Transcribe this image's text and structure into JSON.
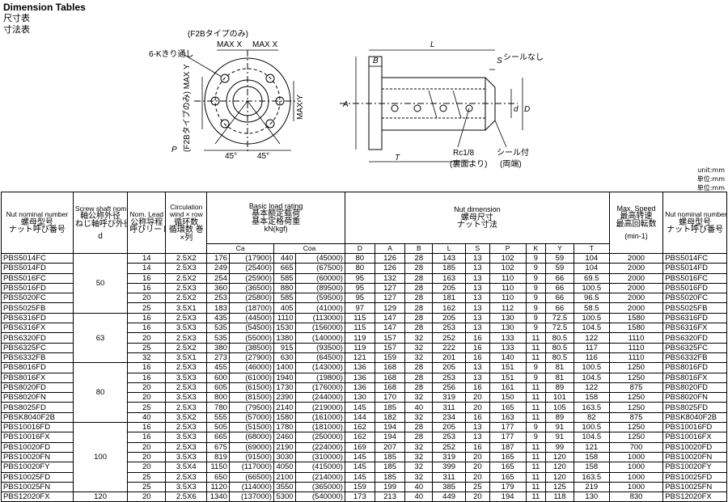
{
  "title": {
    "en": "Dimension Tables",
    "jp1": "尺寸表",
    "jp2": "寸法表"
  },
  "units": [
    "unit:mm",
    "単位:mm",
    "単位:mm"
  ],
  "drawing": {
    "f2b_only_top": "(F2Bタイプのみ)",
    "max_x_left": "MAX X",
    "max_x_right": "MAX X",
    "k_holes": "6-Kきり通し",
    "f2b_only_side": "(F2Bタイプのみ) MAX Y",
    "max_y": "MAX Y",
    "p_label": "P",
    "angle_left": "45°",
    "angle_right": "45°",
    "b_label": "B",
    "l_label": "L",
    "s_label": "S",
    "no_seal": "シールなし",
    "a_label": "A",
    "d_lower": "d",
    "d_upper": "D",
    "t_label": "T",
    "rc": "Rc1/8",
    "rc_note": "(裏面より)",
    "seal": "シール付",
    "seal_note": "(両端)"
  },
  "headers": {
    "nut_nominal_en": "Nut nominal number",
    "nut_nominal_cn": "螺母型号",
    "nut_nominal_jp": "ナット呼び番号",
    "shaft_en": "Screw shaft nom. O/D",
    "shaft_cn": "軸公称外径",
    "shaft_jp": "ねじ軸呼び外径",
    "shaft_sym": "d",
    "lead_en": "Nom. Lead",
    "lead_cn": "公称导程",
    "lead_jp": "呼びリード",
    "circ_en": "Circulation wind × row",
    "circ_cn": "循环数",
    "circ_jp": "循環数 巻×列",
    "load_en": "Basic load rating",
    "load_cn": "基本额定载荷",
    "load_jp": "基本定格荷重",
    "load_unit": "kN(kgf)",
    "ca": "Ca",
    "coa": "Coa",
    "nutdim_en": "Nut dimension",
    "nutdim_cn": "螺母尺寸",
    "nutdim_jp": "ナット寸法",
    "cols": [
      "D",
      "A",
      "B",
      "L",
      "S",
      "P",
      "K",
      "Y",
      "T"
    ],
    "speed_en": "Max. Speed",
    "speed_cn": "最高转速",
    "speed_jp": "最高回転数",
    "speed_unit": "(min-1)"
  },
  "groups": [
    {
      "shaft": "50",
      "rows": [
        [
          "PBS5014FC",
          "14",
          "2.5X2",
          "176",
          "(17900)",
          "440",
          "(45000)",
          "80",
          "126",
          "28",
          "143",
          "13",
          "102",
          "9",
          "59",
          "104",
          "2000",
          "PBS5014FC"
        ],
        [
          "PBS5014FD",
          "14",
          "2.5X3",
          "249",
          "(25400)",
          "665",
          "(67500)",
          "80",
          "126",
          "28",
          "185",
          "13",
          "102",
          "9",
          "59",
          "104",
          "2000",
          "PBS5014FD"
        ],
        [
          "PBS5016FC",
          "16",
          "2.5X2",
          "254",
          "(25900)",
          "585",
          "(60000)",
          "95",
          "132",
          "28",
          "163",
          "13",
          "110",
          "9",
          "66",
          "69.5",
          "2000",
          "PBS5016FC"
        ],
        [
          "PBS5016FD",
          "16",
          "2.5X3",
          "360",
          "(36500)",
          "880",
          "(89500)",
          "95",
          "127",
          "28",
          "205",
          "13",
          "110",
          "9",
          "66",
          "100.5",
          "2000",
          "PBS5016FD"
        ],
        [
          "PBS5020FC",
          "20",
          "2.5X2",
          "253",
          "(25800)",
          "585",
          "(59500)",
          "95",
          "127",
          "28",
          "181",
          "13",
          "110",
          "9",
          "66",
          "96.5",
          "2000",
          "PBS5020FC"
        ],
        [
          "PBS5025FB",
          "25",
          "3.5X1",
          "183",
          "(18700)",
          "405",
          "(41000)",
          "97",
          "129",
          "28",
          "162",
          "13",
          "112",
          "9",
          "66",
          "58.5",
          "2000",
          "PBS5025FB"
        ]
      ]
    },
    {
      "shaft": "63",
      "rows": [
        [
          "PBS6316FD",
          "16",
          "2.5X3",
          "435",
          "(44500)",
          "1110",
          "(113000)",
          "115",
          "147",
          "28",
          "205",
          "13",
          "130",
          "9",
          "72.5",
          "100.5",
          "1580",
          "PBS6316FD"
        ],
        [
          "PBS6316FX",
          "16",
          "3.5X3",
          "535",
          "(54500)",
          "1530",
          "(156000)",
          "115",
          "147",
          "28",
          "253",
          "13",
          "130",
          "9",
          "72.5",
          "104.5",
          "1580",
          "PBS6316FX"
        ],
        [
          "PBS6320FD",
          "20",
          "2.5X3",
          "535",
          "(55000)",
          "1380",
          "(140000)",
          "119",
          "157",
          "32",
          "252",
          "16",
          "133",
          "11",
          "80.5",
          "122",
          "1110",
          "PBS6320FD"
        ],
        [
          "PBS6325FC",
          "25",
          "2.5X2",
          "380",
          "(38500)",
          "915",
          "(93500)",
          "119",
          "157",
          "32",
          "222",
          "16",
          "133",
          "11",
          "80.5",
          "117",
          "1110",
          "PBS6325FC"
        ],
        [
          "PBS6332FB",
          "32",
          "3.5X1",
          "273",
          "(27900)",
          "630",
          "(64500)",
          "121",
          "159",
          "32",
          "201",
          "16",
          "140",
          "11",
          "80.5",
          "116",
          "1110",
          "PBS6332FB"
        ]
      ]
    },
    {
      "shaft": "80",
      "rows": [
        [
          "PBS8016FD",
          "16",
          "2.5X3",
          "455",
          "(46000)",
          "1400",
          "(143000)",
          "136",
          "168",
          "28",
          "205",
          "13",
          "151",
          "9",
          "81",
          "100.5",
          "1250",
          "PBS8016FD"
        ],
        [
          "PBS8016FX",
          "16",
          "3.5X3",
          "600",
          "(61000)",
          "1940",
          "(19800)",
          "136",
          "168",
          "28",
          "253",
          "13",
          "151",
          "9",
          "81",
          "104.5",
          "1250",
          "PBS8016FX"
        ],
        [
          "PBS8020FD",
          "20",
          "2.5X3",
          "605",
          "(61500)",
          "1730",
          "(176000)",
          "136",
          "168",
          "28",
          "256",
          "16",
          "161",
          "11",
          "89",
          "122",
          "875",
          "PBS8020FD"
        ],
        [
          "PBS8020FN",
          "20",
          "3.5X3",
          "800",
          "(81500)",
          "2390",
          "(244000)",
          "130",
          "170",
          "32",
          "319",
          "20",
          "150",
          "11",
          "101",
          "158",
          "1250",
          "PBS8020FN"
        ],
        [
          "PBS8025FD",
          "25",
          "2.5X3",
          "780",
          "(79500)",
          "2140",
          "(219000)",
          "145",
          "185",
          "40",
          "311",
          "20",
          "165",
          "11",
          "105",
          "163.5",
          "1250",
          "PBS8025FD"
        ],
        [
          "PBSK8040F2B",
          "40",
          "3.5X2",
          "555",
          "(57000)",
          "1580",
          "(161000)",
          "144",
          "182",
          "32",
          "234",
          "16",
          "163",
          "11",
          "89",
          "82",
          "875",
          "PBSK8040F2B"
        ]
      ]
    },
    {
      "shaft": "100",
      "rows": [
        [
          "PBS10016FD",
          "16",
          "2.5X3",
          "505",
          "(51500)",
          "1780",
          "(181000)",
          "162",
          "194",
          "28",
          "205",
          "13",
          "177",
          "9",
          "91",
          "100.5",
          "1250",
          "PBS10016FD"
        ],
        [
          "PBS10016FX",
          "16",
          "3.5X3",
          "665",
          "(68000)",
          "2460",
          "(250000)",
          "162",
          "194",
          "28",
          "253",
          "13",
          "177",
          "9",
          "91",
          "104.5",
          "1250",
          "PBS10016FX"
        ],
        [
          "PBS10020FD",
          "20",
          "2.5X3",
          "675",
          "(69000)",
          "2190",
          "(224000)",
          "169",
          "207",
          "32",
          "252",
          "16",
          "187",
          "11",
          "99",
          "121",
          "700",
          "PBS10020FD"
        ],
        [
          "PBS10020FN",
          "20",
          "3.5X3",
          "819",
          "(91500)",
          "3030",
          "(310000)",
          "145",
          "185",
          "32",
          "319",
          "20",
          "165",
          "11",
          "120",
          "158",
          "1000",
          "PBS10020FN"
        ],
        [
          "PBS10020FY",
          "20",
          "3.5X4",
          "1150",
          "(117000)",
          "4050",
          "(415000)",
          "145",
          "185",
          "32",
          "399",
          "20",
          "165",
          "11",
          "120",
          "158",
          "1000",
          "PBS10020FY"
        ],
        [
          "PBS10025FD",
          "25",
          "2.5X3",
          "650",
          "(66500)",
          "2100",
          "(214000)",
          "145",
          "185",
          "32",
          "311",
          "20",
          "165",
          "11",
          "120",
          "163.5",
          "1000",
          "PBS10025FD"
        ],
        [
          "PBS10025FN",
          "25",
          "3.5X3",
          "1120",
          "(114000)",
          "3550",
          "(365000)",
          "159",
          "199",
          "40",
          "385",
          "25",
          "179",
          "11",
          "125",
          "219",
          "1000",
          "PBS10025FN"
        ]
      ]
    },
    {
      "shaft": "120",
      "rows": [
        [
          "PBS12020FX",
          "20",
          "2.5X6",
          "1340",
          "(137000)",
          "5300",
          "(540000)",
          "173",
          "213",
          "40",
          "449",
          "20",
          "194",
          "11",
          "118",
          "130",
          "830",
          "PBS12020FX"
        ]
      ]
    }
  ]
}
